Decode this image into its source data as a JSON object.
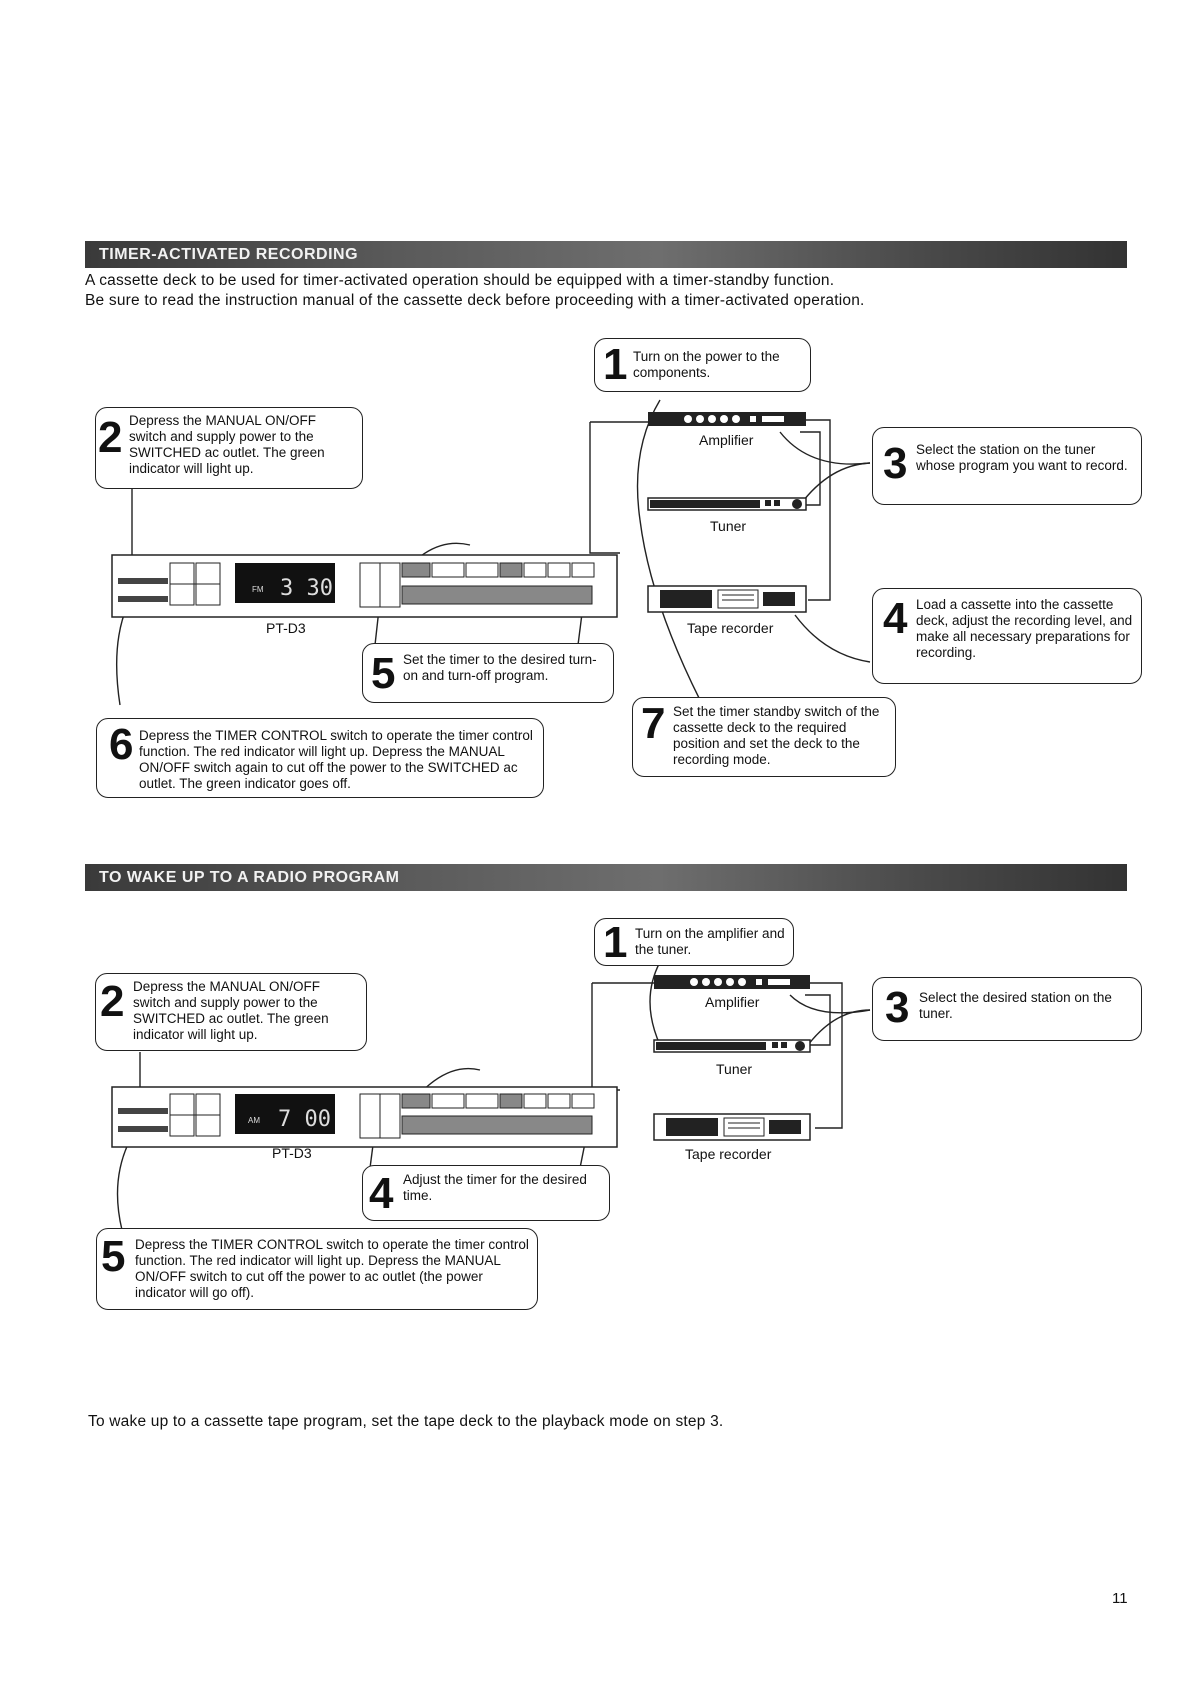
{
  "section1": {
    "banner": "TIMER-ACTIVATED RECORDING",
    "intro1": "A cassette deck to be used for timer-activated operation should be equipped with a timer-standby function.",
    "intro2": "Be sure to read the instruction manual of the cassette deck before proceeding with a timer-activated operation.",
    "steps": [
      {
        "num": "1",
        "text": "Turn on the power to the components."
      },
      {
        "num": "2",
        "text": "Depress the MANUAL ON/OFF switch and supply power to the SWITCHED ac outlet. The green indicator will light up."
      },
      {
        "num": "3",
        "text": "Select the station on the tuner whose program you want to record."
      },
      {
        "num": "4",
        "text": "Load a cassette into the cassette deck, adjust the recording level, and make all necessary preparations for recording."
      },
      {
        "num": "5",
        "text": "Set the timer to the desired turn-on and turn-off program."
      },
      {
        "num": "6",
        "text": "Depress the TIMER CONTROL switch to operate the timer control function. The red indicator will light up. Depress the MANUAL ON/OFF switch again to cut off the power to the SWITCHED ac outlet. The green indicator goes off."
      },
      {
        "num": "7",
        "text": "Set the timer standby switch of the cassette deck to the required position and set the deck to the recording mode."
      }
    ],
    "labels": {
      "amplifier": "Amplifier",
      "tuner": "Tuner",
      "tape": "Tape recorder",
      "timer": "PT-D3"
    },
    "display": {
      "band": "FM",
      "time": "3 30"
    }
  },
  "section2": {
    "banner": "TO WAKE UP TO A RADIO PROGRAM",
    "steps": [
      {
        "num": "1",
        "text": "Turn on the amplifier and the tuner."
      },
      {
        "num": "2",
        "text": "Depress the MANUAL ON/OFF switch and supply power to the SWITCHED ac outlet. The green indicator will light up."
      },
      {
        "num": "3",
        "text": "Select the desired station on the tuner."
      },
      {
        "num": "4",
        "text": "Adjust the timer for the desired time."
      },
      {
        "num": "5",
        "text": "Depress the TIMER CONTROL switch to operate the timer control function. The red indicator will light up. Depress the MANUAL ON/OFF switch to cut off the power to ac outlet (the power indicator will go off)."
      }
    ],
    "labels": {
      "amplifier": "Amplifier",
      "tuner": "Tuner",
      "tape": "Tape recorder",
      "timer": "PT-D3"
    },
    "display": {
      "band": "AM",
      "time": "7 00"
    }
  },
  "footer": "To wake up to a cassette tape program, set the tape deck to the playback mode on step 3.",
  "page_number": "11"
}
